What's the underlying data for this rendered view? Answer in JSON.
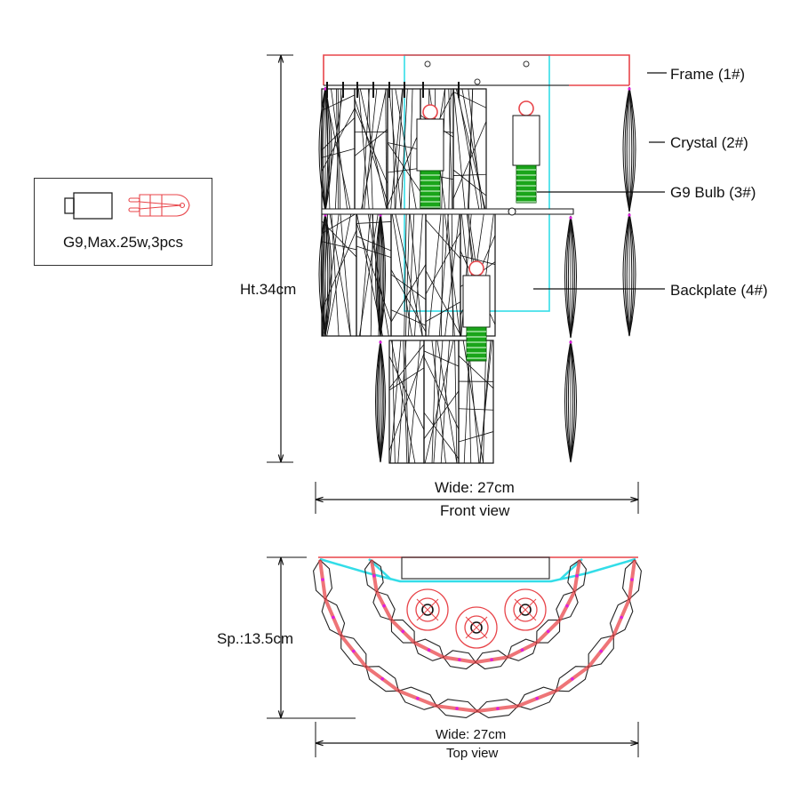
{
  "legend": {
    "caption": "G9,Max.25w,3pcs",
    "icons": [
      "g9-socket-icon",
      "g9-bulb-icon"
    ]
  },
  "front_view": {
    "height_label": "Ht.34cm",
    "width_label": "Wide: 27cm",
    "title": "Front view"
  },
  "top_view": {
    "depth_label": "Sp.:13.5cm",
    "width_label": "Wide: 27cm",
    "title": "Top view"
  },
  "parts": [
    {
      "label": "Frame (1#)"
    },
    {
      "label": "Crystal (2#)"
    },
    {
      "label": "G9 Bulb (3#)"
    },
    {
      "label": "Backplate (4#)"
    }
  ],
  "colors": {
    "frame": "#e8454a",
    "backplate": "#33dde8",
    "bulb_base": "#1aa51a",
    "crystal": "#111111",
    "marker": "#e020e0"
  }
}
